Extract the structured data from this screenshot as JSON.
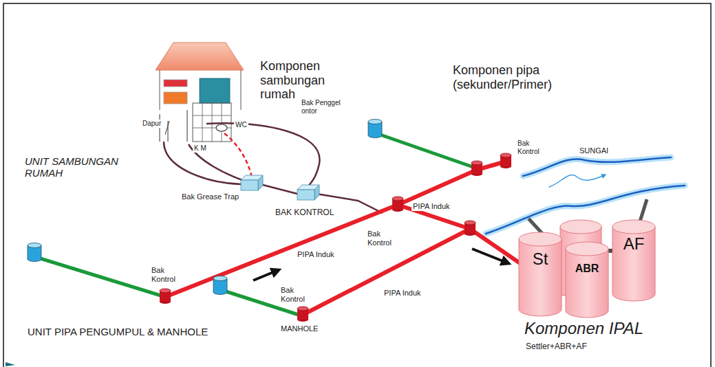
{
  "diagram": {
    "nodes": [
      {
        "text": [
          "St"
        ]
      },
      {
        "text": [
          "ABR"
        ]
      },
      {
        "text": [
          "AF"
        ]
      }
    ],
    "edges": [
      {
        "from": 1,
        "to": 2,
        "arrow": "none"
      }
    ],
    "labels": [
      "Komponen sambungan rumah",
      "Komponen pipa (sekunder/Primer)",
      "Dapur",
      "WC",
      "Bak Penggelontor",
      "Bak Kontrol",
      "K M",
      "SUNGAI",
      "UNIT SAMBUNGAN RUMAH",
      "Bak Grease Trap",
      "BAK KONTROL",
      "PIPA Induk",
      "Bak Kontrol",
      "PIPA Induk",
      "Bak Kontrol",
      "Bak Kontrol",
      "PIPA Induk",
      "MANHOLE",
      "UNIT PIPA PENGUMPUL & MANHOLE",
      "Komponen IPAL",
      "Settler+ABR+AF"
    ]
  }
}
